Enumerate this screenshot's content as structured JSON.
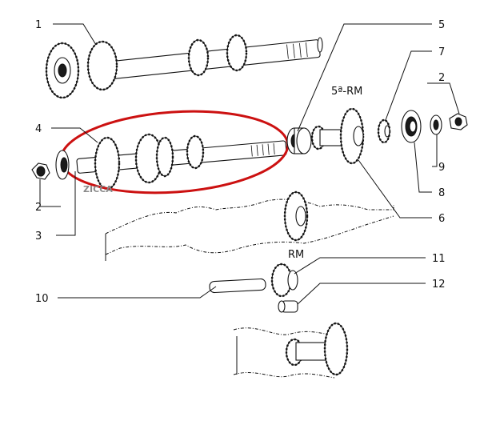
{
  "callouts": {
    "c1": "1",
    "c2a": "2",
    "c2b": "2",
    "c3": "3",
    "c4": "4",
    "c5": "5",
    "c6": "6",
    "c7": "7",
    "c8": "8",
    "c9": "9",
    "c10": "10",
    "c11": "11",
    "c12": "12"
  },
  "labels": {
    "fifth_rm": "5ª-RM",
    "rm": "RM"
  },
  "watermark": "ZICCA",
  "colors": {
    "ink": "#111111",
    "highlight": "#cc1111",
    "background": "#ffffff"
  }
}
